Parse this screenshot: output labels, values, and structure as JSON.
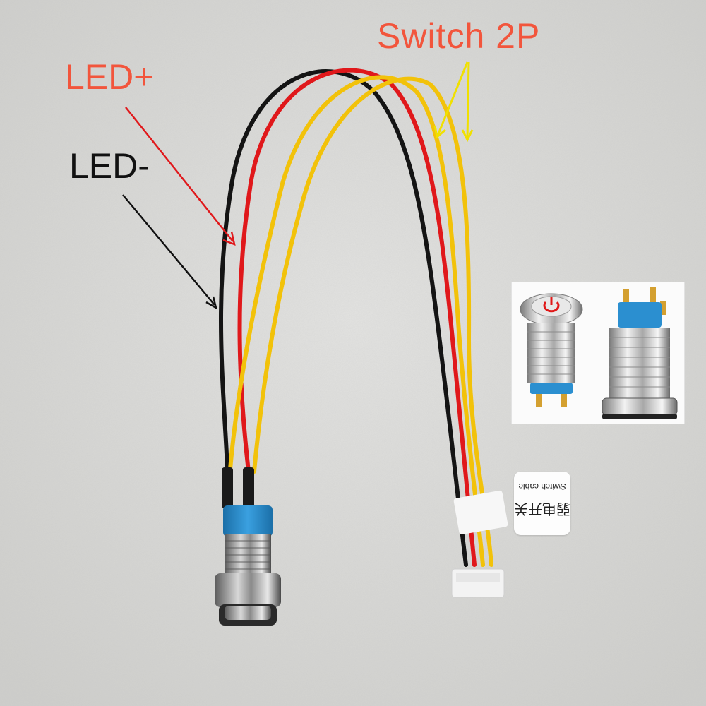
{
  "labels": {
    "switch": "Switch  2P",
    "led_plus": "LED+",
    "led_minus": "LED-"
  },
  "tag": {
    "line1": "Switch cable",
    "line2": "弱电开关"
  },
  "colors": {
    "background": "#d9d9d6",
    "label_red": "#f2553c",
    "label_black": "#111111",
    "wire_black": "#141414",
    "wire_red": "#e0181b",
    "wire_yellow": "#f2c20a",
    "arrow_yellow": "#f0e000",
    "sleeve_blue": "#2b8fd0",
    "connector_white": "#f3f3f3"
  },
  "icons": {
    "inset_switch_lit": "power-symbol-icon",
    "inset_switch_back": "switch-terminal-icon"
  }
}
